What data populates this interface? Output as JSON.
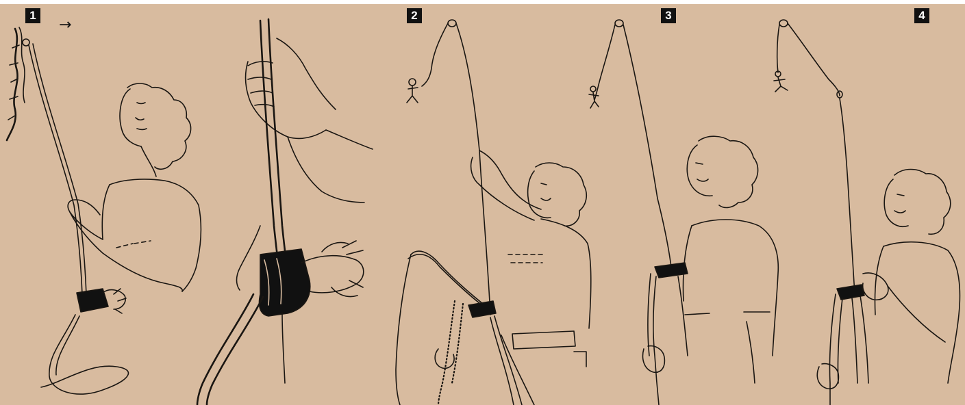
{
  "steps": [
    {
      "number": "1",
      "arrow": "→"
    },
    {
      "number": "2"
    },
    {
      "number": "3"
    },
    {
      "number": "4"
    }
  ],
  "colors": {
    "background": "#d8bb9f",
    "ink": "#1a1612",
    "badge": "#111111",
    "badge_text": "#ffffff"
  },
  "icons": {
    "belay_device": "belay-device-icon",
    "anchor": "anchor-bolt-icon",
    "climber": "climber-figure-icon"
  }
}
